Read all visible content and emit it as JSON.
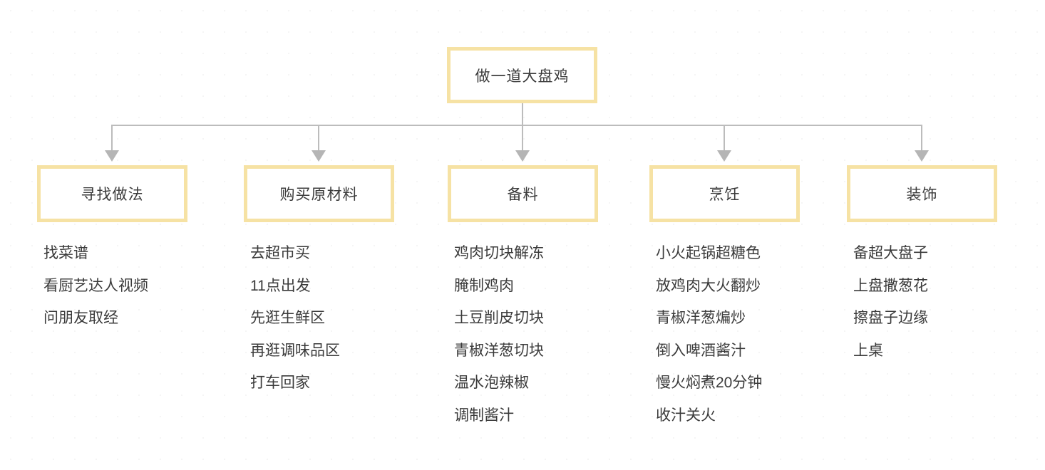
{
  "root": {
    "label": "做一道大盘鸡"
  },
  "columns": [
    {
      "title": "寻找做法",
      "items": [
        "找菜谱",
        "看厨艺达人视频",
        "问朋友取经"
      ]
    },
    {
      "title": "购买原材料",
      "items": [
        "去超市买",
        "11点出发",
        "先逛生鲜区",
        "再逛调味品区",
        "打车回家"
      ]
    },
    {
      "title": "备料",
      "items": [
        "鸡肉切块解冻",
        "腌制鸡肉",
        "土豆削皮切块",
        "青椒洋葱切块",
        "温水泡辣椒",
        "调制酱汁"
      ]
    },
    {
      "title": "烹饪",
      "items": [
        "小火起锅超糖色",
        "放鸡肉大火翻炒",
        "青椒洋葱煸炒",
        "倒入啤酒酱汁",
        "慢火焖煮20分钟",
        "收汁关火"
      ]
    },
    {
      "title": "装饰",
      "items": [
        "备超大盘子",
        "上盘撒葱花",
        "擦盘子边缘",
        "上桌"
      ]
    }
  ],
  "colors": {
    "node_border": "#F6E2A4",
    "node_fill": "#FFFFFF",
    "connector": "#BCBCBC",
    "arrow": "#B5B5B5",
    "text": "#3B3B3B"
  }
}
